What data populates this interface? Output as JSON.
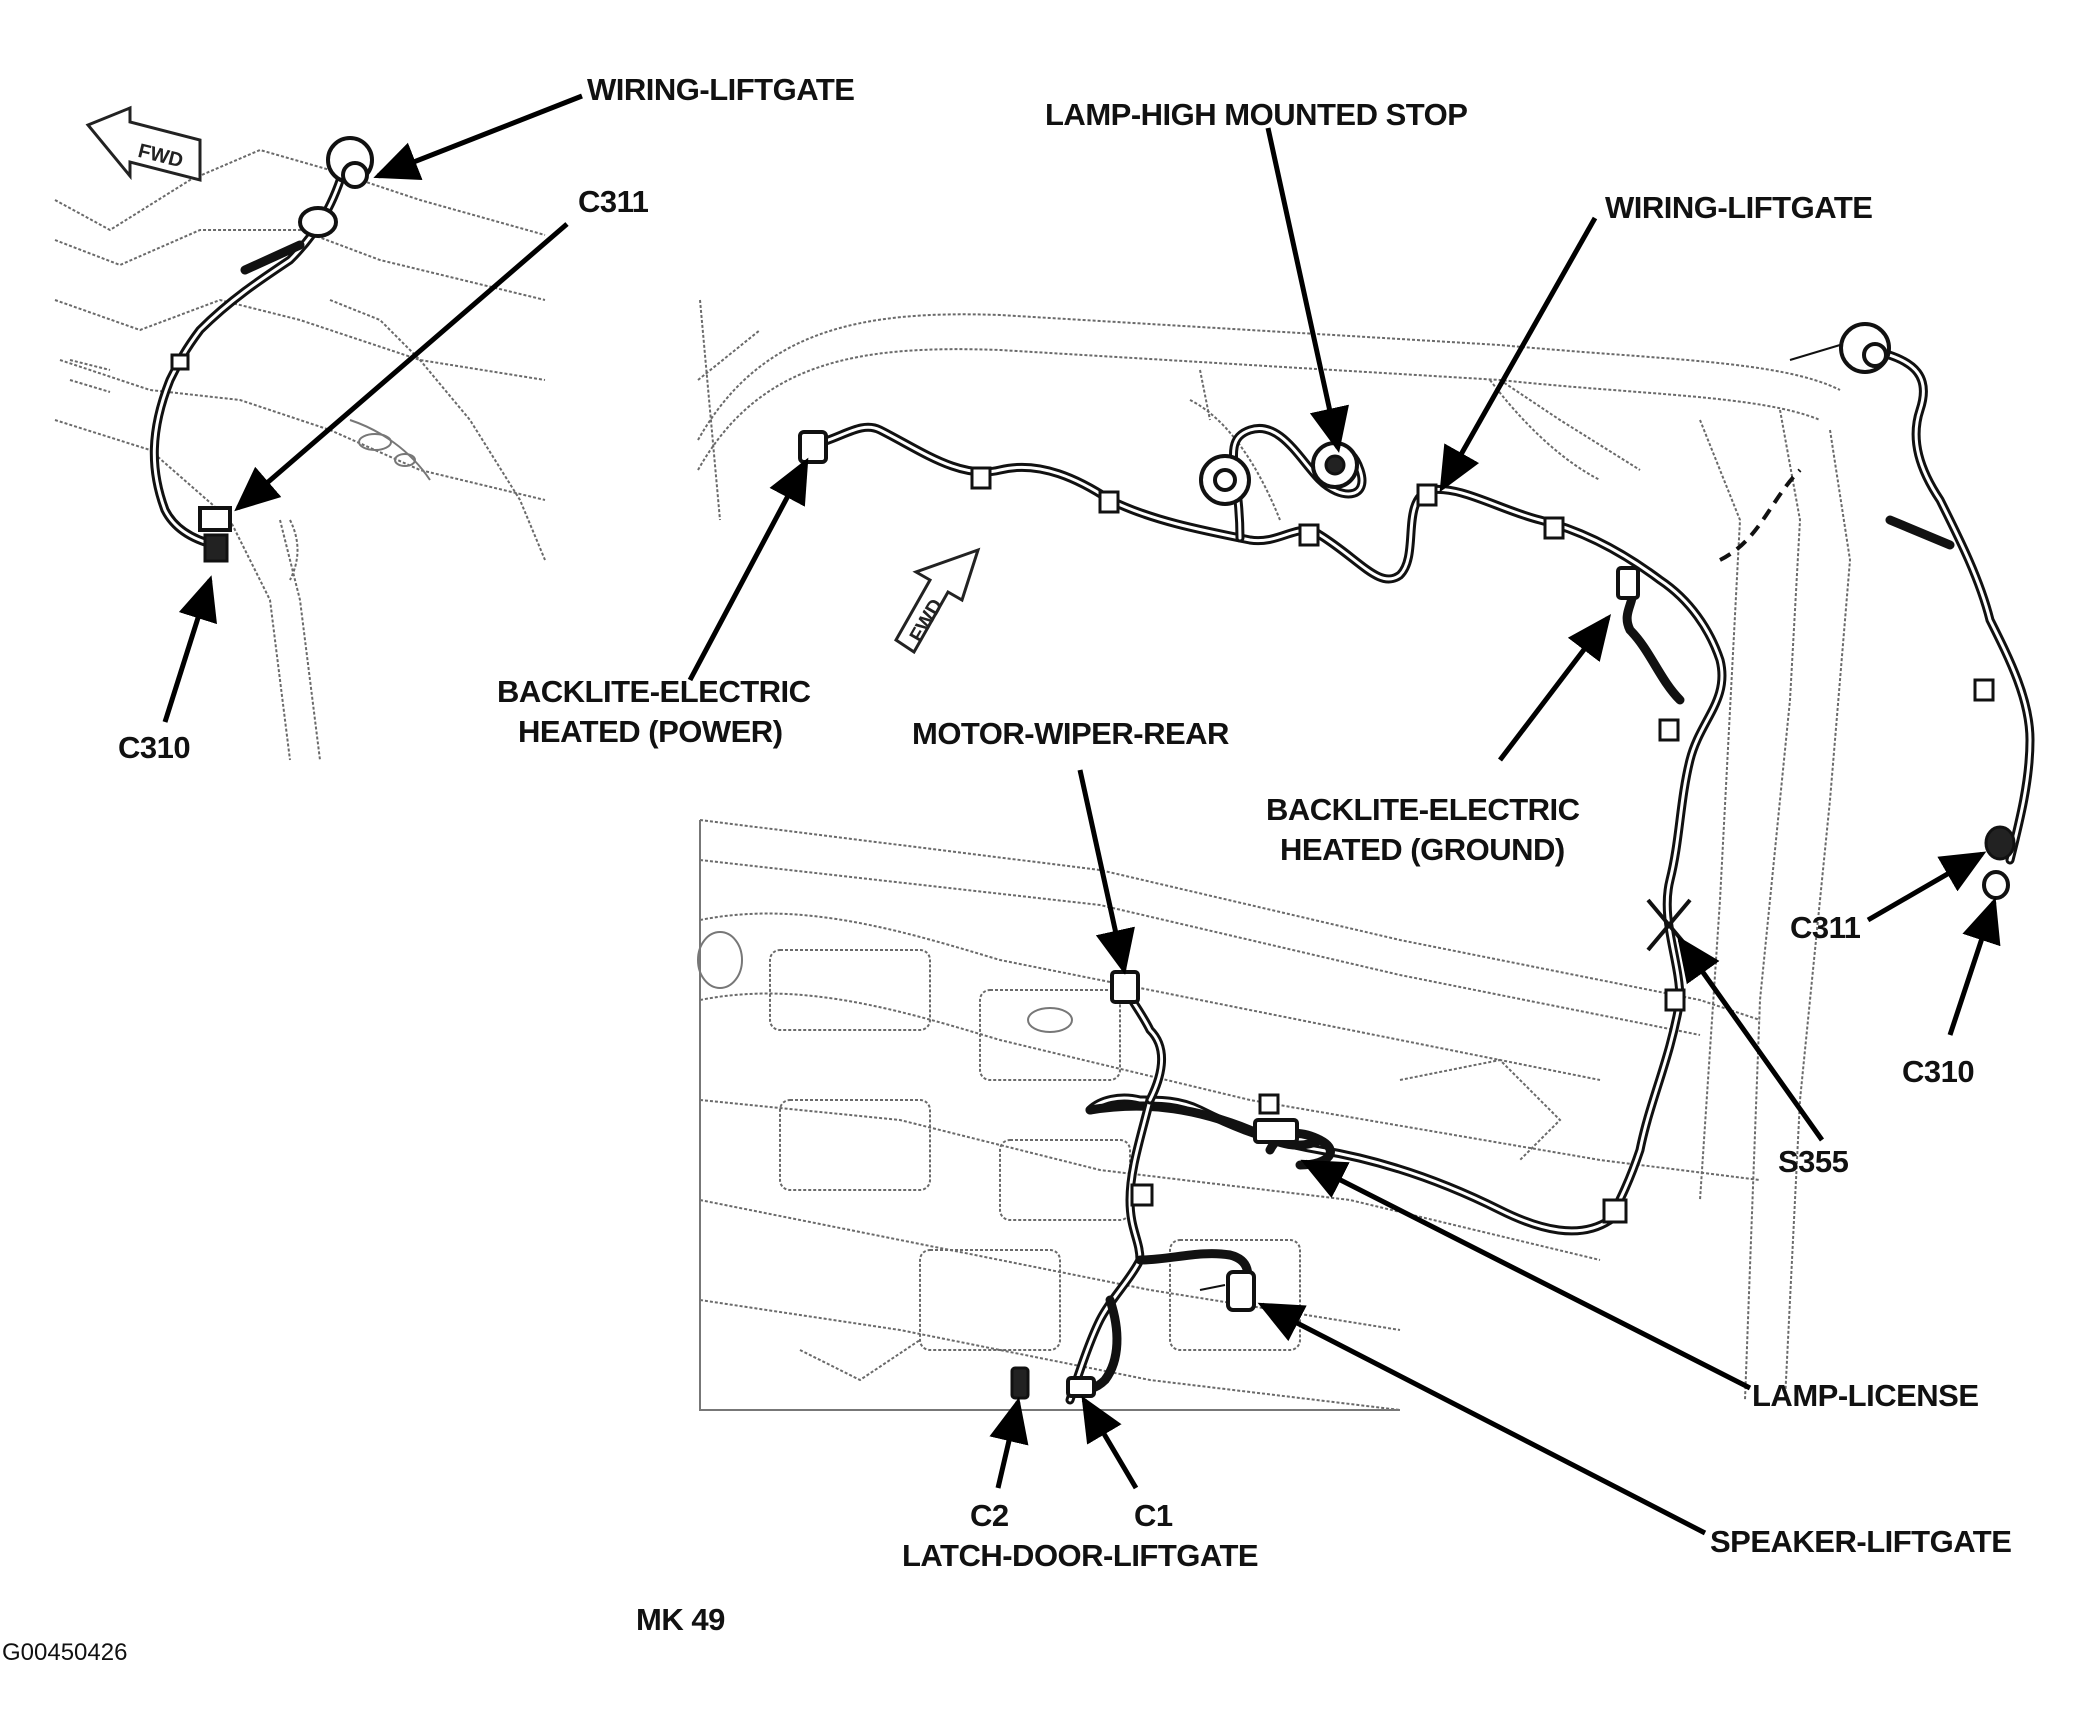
{
  "diagram": {
    "inset": {
      "fwd_label": "FWD",
      "labels": {
        "wiring_liftgate": "WIRING-LIFTGATE",
        "c311": "C311",
        "c310": "C310"
      }
    },
    "main": {
      "fwd_label": "FWD",
      "labels": {
        "lamp_high_mounted_stop": "LAMP-HIGH MOUNTED STOP",
        "wiring_liftgate": "WIRING-LIFTGATE",
        "backlite_power_line1": "BACKLITE-ELECTRIC",
        "backlite_power_line2": "HEATED (POWER)",
        "motor_wiper_rear": "MOTOR-WIPER-REAR",
        "backlite_ground_line1": "BACKLITE-ELECTRIC",
        "backlite_ground_line2": "HEATED (GROUND)",
        "c311": "C311",
        "c310": "C310",
        "s355": "S355",
        "lamp_license": "LAMP-LICENSE",
        "speaker_liftgate": "SPEAKER-LIFTGATE",
        "c2": "C2",
        "c1": "C1",
        "latch_door_liftgate": "LATCH-DOOR-LIFTGATE"
      }
    },
    "figure_code": "MK 49",
    "image_id": "G00450426"
  }
}
